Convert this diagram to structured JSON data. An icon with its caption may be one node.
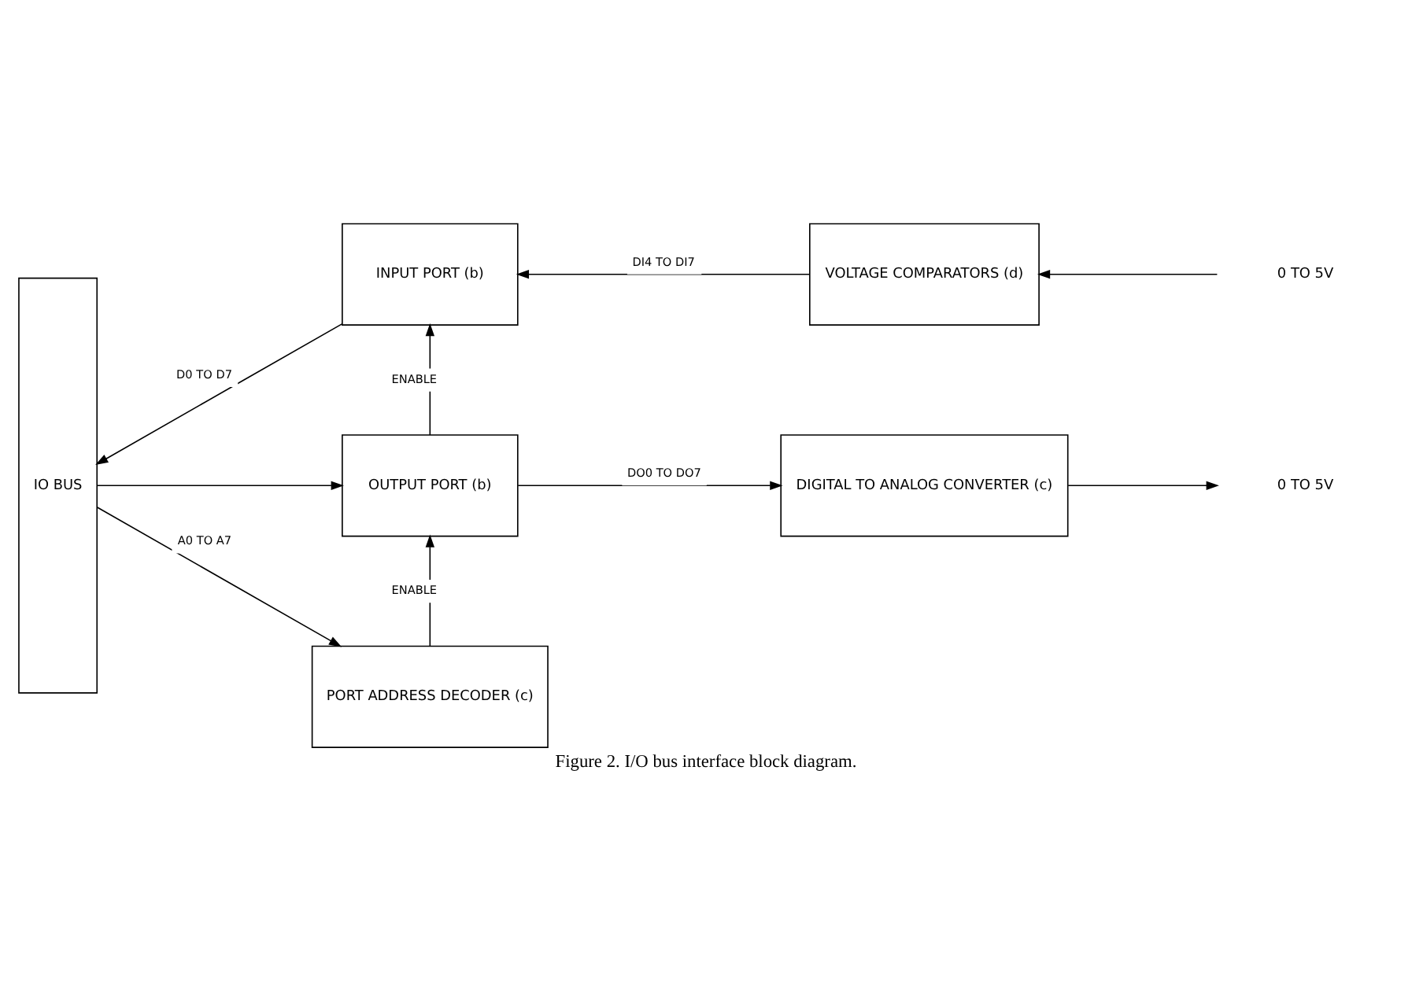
{
  "diagram": {
    "caption": "Figure 2. I/O bus interface block diagram.",
    "nodes": [
      {
        "text": [
          "IO BUS"
        ]
      },
      {
        "text": [
          "INPUT PORT (b)"
        ]
      },
      {
        "text": [
          "VOLTAGE COMPARATORS (d)"
        ]
      },
      {
        "text": [
          "OUTPUT PORT (b)"
        ]
      },
      {
        "text": [
          "DIGITAL TO ANALOG CONVERTER (c)"
        ]
      },
      {
        "text": [
          "PORT ADDRESS DECODER (c)"
        ]
      },
      {
        "text": [
          "0 TO 5V"
        ]
      },
      {
        "text": [
          "0 TO 5V"
        ]
      }
    ],
    "edges": [
      {
        "from": 1,
        "to": 0,
        "arrow": "to",
        "label": "D0 TO D7"
      },
      {
        "from": 0,
        "to": 3,
        "arrow": "to"
      },
      {
        "from": 2,
        "to": 1,
        "arrow": "to",
        "label": "DI4 TO DI7"
      },
      {
        "from": 3,
        "to": 1,
        "arrow": "to",
        "label": "ENABLE"
      },
      {
        "from": 3,
        "to": 4,
        "arrow": "to",
        "label": "DO0 TO DO7"
      },
      {
        "from": 5,
        "to": 3,
        "arrow": "to",
        "label": "ENABLE"
      },
      {
        "from": 0,
        "to": 5,
        "arrow": "to",
        "label": "A0 TO A7"
      },
      {
        "from": 6,
        "to": 2,
        "arrow": "to"
      },
      {
        "from": 4,
        "to": 7,
        "arrow": "to"
      }
    ]
  }
}
